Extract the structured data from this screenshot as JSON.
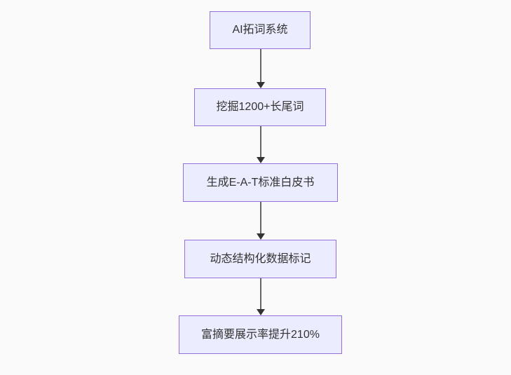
{
  "diagram": {
    "type": "flowchart",
    "direction": "top-down",
    "nodes": [
      {
        "id": "n1",
        "label": "AI拓词系统"
      },
      {
        "id": "n2",
        "label": "挖掘1200+长尾词"
      },
      {
        "id": "n3",
        "label": "生成E-A-T标准白皮书"
      },
      {
        "id": "n4",
        "label": "动态结构化数据标记"
      },
      {
        "id": "n5",
        "label": "富摘要展示率提升210%"
      }
    ],
    "edges": [
      {
        "from": "n1",
        "to": "n2",
        "style": "arrow-down"
      },
      {
        "from": "n2",
        "to": "n3",
        "style": "arrow-down"
      },
      {
        "from": "n3",
        "to": "n4",
        "style": "arrow-down"
      },
      {
        "from": "n4",
        "to": "n5",
        "style": "arrow-down"
      }
    ]
  },
  "theme": {
    "node-fill": "#ECECFF",
    "node-border": "#9370DB",
    "edge-line": "#666666",
    "edge-head": "#333333",
    "text-color": "#333333",
    "page-bg": "#fafafa"
  }
}
